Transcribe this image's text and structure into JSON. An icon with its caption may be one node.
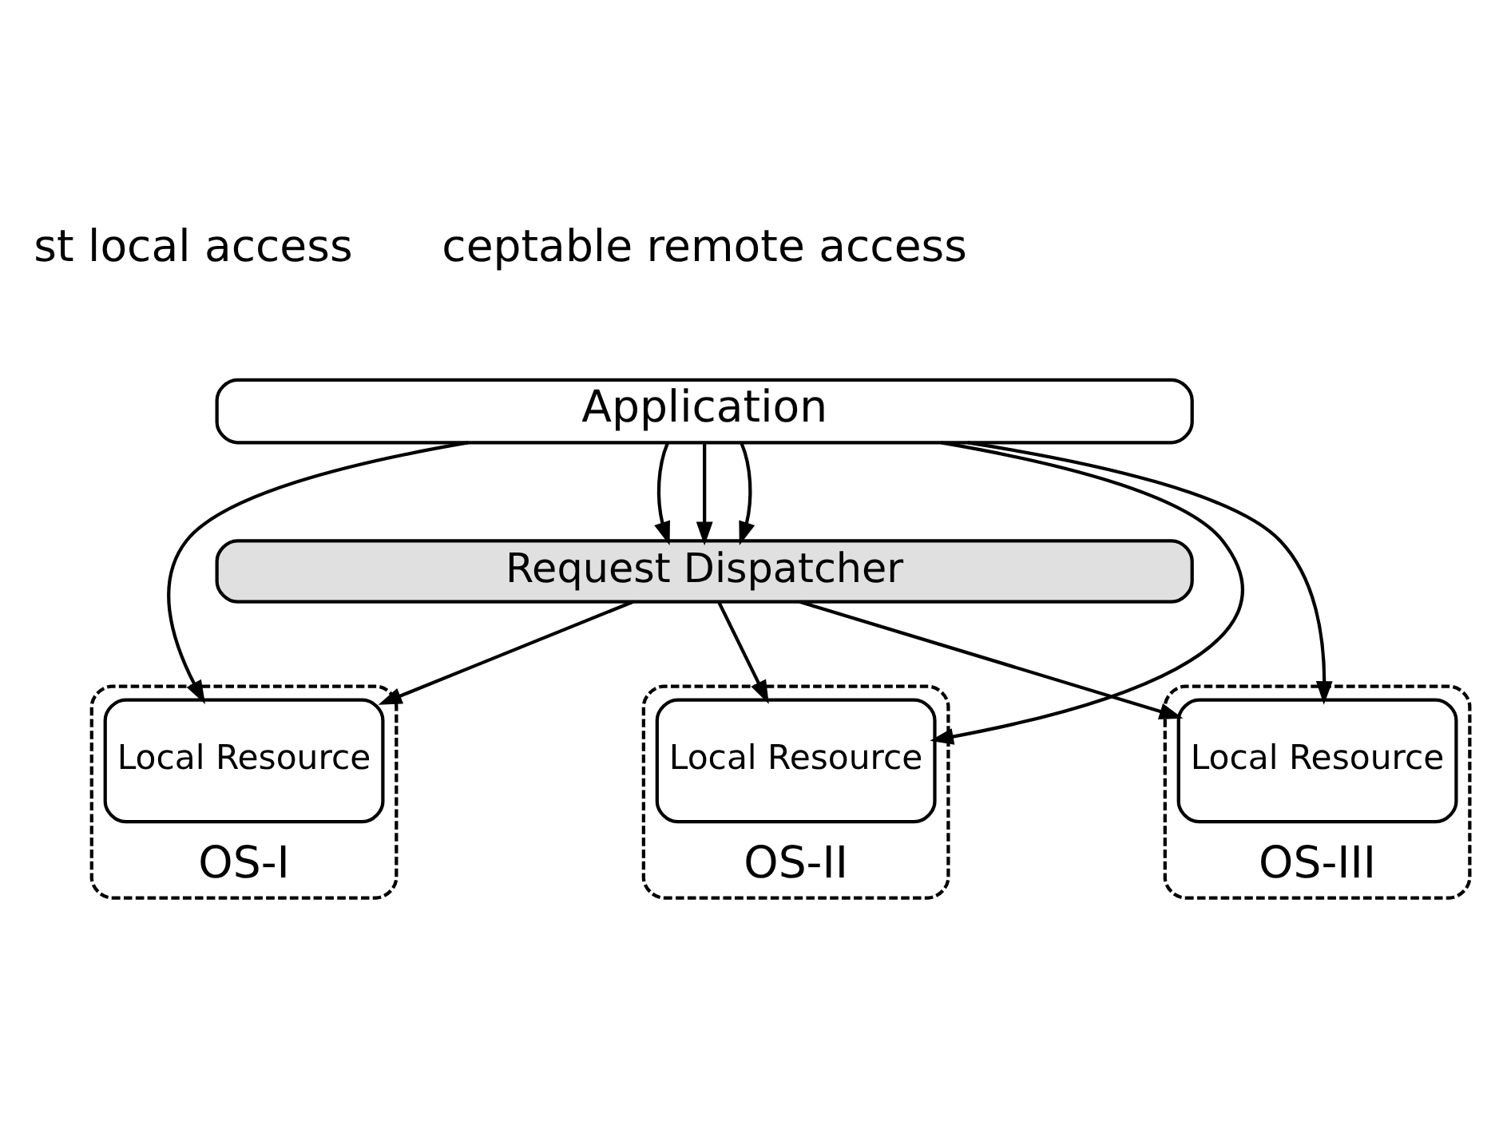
{
  "diagram": {
    "nodes": [
      {
        "text": [
          "Application"
        ]
      },
      {
        "text": [
          "Request Dispatcher"
        ]
      },
      {
        "text": [
          "OS-I"
        ]
      },
      {
        "text": [
          "Local Resource"
        ],
        "in": 2
      },
      {
        "text": [
          "OS-II"
        ]
      },
      {
        "text": [
          "Local Resource"
        ],
        "in": 4
      },
      {
        "text": [
          "OS-III"
        ]
      },
      {
        "text": [
          "Local Resource"
        ],
        "in": 6
      }
    ],
    "edges": [
      {
        "from": 0,
        "to": 3,
        "arrow": "to"
      },
      {
        "from": 0,
        "to": 1,
        "arrow": "to"
      },
      {
        "from": 0,
        "to": 5,
        "arrow": "to"
      },
      {
        "from": 0,
        "to": 1,
        "arrow": "to"
      },
      {
        "from": 0,
        "to": 7,
        "arrow": "to"
      },
      {
        "from": 0,
        "to": 1,
        "arrow": "to"
      },
      {
        "from": 1,
        "to": 3,
        "arrow": "to"
      },
      {
        "from": 1,
        "to": 5,
        "arrow": "to"
      },
      {
        "from": 1,
        "to": 7,
        "arrow": "to"
      }
    ],
    "labels": [
      "st local access",
      "ceptable remote access"
    ]
  }
}
